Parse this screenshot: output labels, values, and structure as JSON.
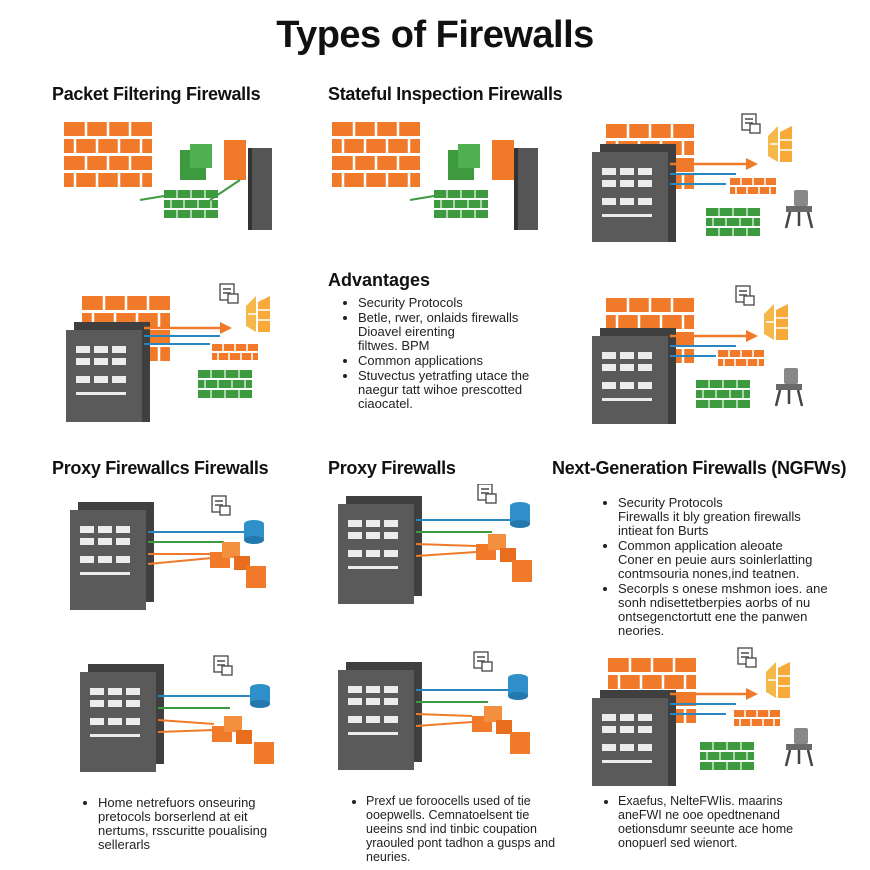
{
  "title": "Types of Firewalls",
  "headings": {
    "packet": "Packet Filtering Firewalls",
    "stateful": "Stateful Inspection Firewalls",
    "proxy_left": "Proxy Firewallcs Firewalls",
    "proxy_center": "Proxy Firewalls",
    "ngfw": "Next-Generation Firewalls (NGFWs)",
    "advantages": "Advantages"
  },
  "advantages_list": [
    [
      "Security Protocols"
    ],
    [
      "Betle, rwer, onlaids firewalls",
      "Dioavel eirenting",
      "filtwes. BPM"
    ],
    [
      "Common applications"
    ],
    [
      "Stuvectus yetratfing utace the",
      "naegur tatt wihoe prescotted",
      "ciaocatel."
    ]
  ],
  "ngfw_list": [
    [
      "Security Protocols",
      "Firewalls it bly greation firewalls",
      "intieat fon Burts"
    ],
    [
      "Common application aleoate",
      "Coner en peuie aurs soinlerlatting",
      "contmsouria nones,ind teatnen."
    ],
    [
      "Secorpls s onese mshmon ioes. ane",
      "sonh ndisettetberpies aorbs of nu",
      "ontsegenctortutt ene the panwen",
      "neories."
    ]
  ],
  "bottom_left_list": [
    [
      "Home netrefuors onseuring",
      "pretocols borserlend at eit",
      "nertums, rsscuritte poualising",
      "sellerarls"
    ]
  ],
  "bottom_center_list": [
    [
      "Prexf ue foroocells used of tie",
      "ooepwells. Cemnatoelsent tie",
      "ueeins snd ind tinbic coupation",
      "yraouled pont tadhon a gusps and",
      "neuries."
    ]
  ],
  "bottom_right_list": [
    [
      "Exaefus, NelteFWIis. maarins",
      "aneFWI ne ooe opedtnenand",
      "oetionsdumr seeunte ace home",
      "onopuerl sed wienort."
    ]
  ],
  "colors": {
    "brick": "#F07A2A",
    "green": "#3E9A3E",
    "server": "#5A5A5A",
    "db": "#2F8FC9",
    "line_blue": "#2A86C0"
  }
}
